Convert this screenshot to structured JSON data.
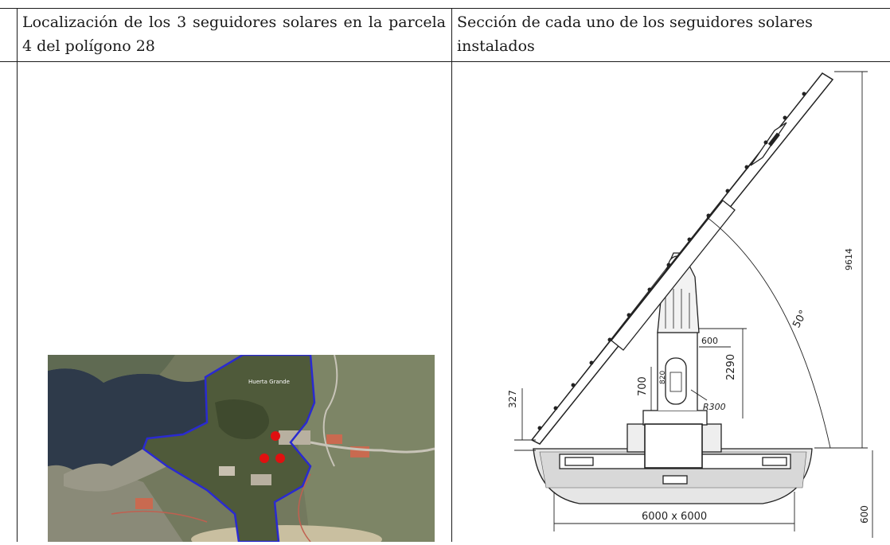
{
  "table": {
    "left_header": "Localización de los 3 seguidores solares en la parcela 4 del polígono 28",
    "right_header": "Sección de cada uno de los seguidores solares instalados"
  },
  "map": {
    "place_label": "Huerta Grande",
    "colors": {
      "water": "#2e3a4a",
      "boundary": "#2a2ad0",
      "tracker": "#e01010",
      "vegetation": "#4f5a3a"
    }
  },
  "drawing": {
    "dims": {
      "height_total": "9614",
      "angle": "50°",
      "pier_width": "600",
      "pier_height": "2290",
      "clearance": "700",
      "opening": "820",
      "radius": "R300",
      "ground_offset": "327",
      "foundation": "6000 x 6000",
      "foundation_depth": "600"
    }
  }
}
